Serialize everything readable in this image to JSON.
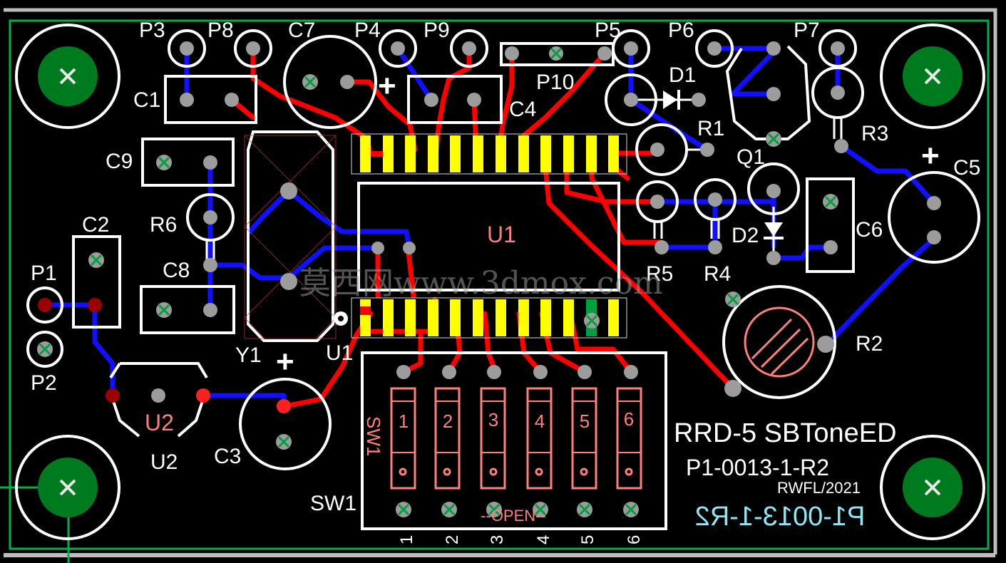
{
  "designators": {
    "p3": "P3",
    "p8": "P8",
    "c7": "C7",
    "p4": "P4",
    "p9": "P9",
    "p5": "P5",
    "p6": "P6",
    "p7": "P7",
    "p10": "P10",
    "c1": "C1",
    "c4": "C4",
    "d1": "D1",
    "r1": "R1",
    "r3": "R3",
    "q1": "Q1",
    "c5": "C5",
    "c9": "C9",
    "r6": "R6",
    "c2": "C2",
    "c8": "C8",
    "u1_top": "U1",
    "u1_bottom": "U1",
    "c6": "C6",
    "d2": "D2",
    "r5": "R5",
    "r4": "R4",
    "p1": "P1",
    "p2": "P2",
    "y1": "Y1",
    "r2": "R2",
    "u2_pkg": "U2",
    "u2": "U2",
    "c3": "C3",
    "sw1": "SW1",
    "sw1_body": "SW1"
  },
  "polarity_marks": {
    "c7": "+",
    "c5": "+",
    "c3": "+"
  },
  "switch": {
    "positions": [
      "1",
      "2",
      "3",
      "4",
      "5",
      "6"
    ],
    "open_label": "--OPEN--",
    "bottom_numbers": [
      "1",
      "2",
      "3",
      "4",
      "5",
      "6"
    ]
  },
  "board_text": {
    "line1": "RRD-5 SBToneED",
    "line2": "P1-0013-1-R2",
    "line3": "RWFL/2021",
    "bottom_layer": "P1-0013-1-R2"
  },
  "watermark": "莫西网www.3dmox.com",
  "colors": {
    "background": "#000000",
    "top_copper": "#ff0000",
    "bottom_copper": "#1010ff",
    "silkscreen": "#ffffff",
    "top_overlay": "#ff7f7f",
    "bottom_overlay": "#8fe6f4",
    "smd_pads": "#ffff00",
    "board_outline": "#00b050",
    "mounting_pads": "#007a1f"
  }
}
